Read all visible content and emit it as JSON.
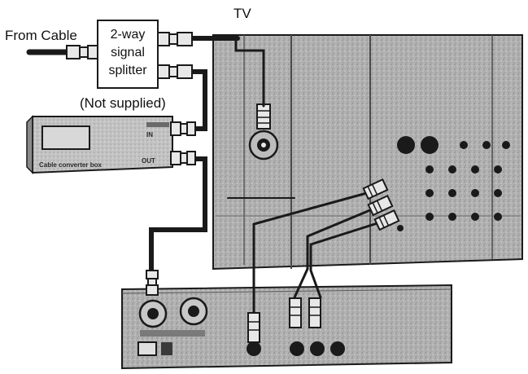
{
  "labels": {
    "from_cable": "From Cable",
    "tv": "TV",
    "splitter_line1": "2-way",
    "splitter_line2": "signal",
    "splitter_line3": "splitter",
    "not_supplied": "(Not supplied)",
    "converter_in": "IN",
    "converter_out": "OUT",
    "converter_name": "Cable converter box"
  },
  "colors": {
    "device_panel": "#b3b3b3",
    "device_outline": "#1a1a1a",
    "cable": "#1a1a1a",
    "connector": "#e8e8e8"
  }
}
